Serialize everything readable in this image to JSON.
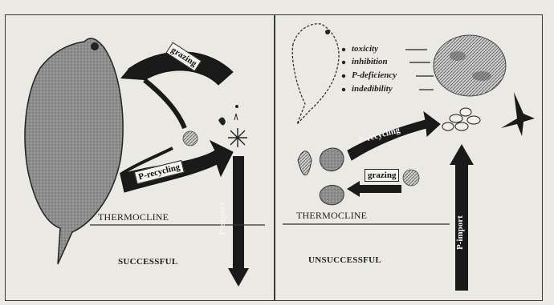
{
  "left_panel": {
    "thermocline": "THERMOCLINE",
    "outcome": "SUCCESSFUL",
    "grazing": "grazing",
    "p_recycling": "P-recycling",
    "p_export": "P-export"
  },
  "right_panel": {
    "thermocline": "THERMOCLINE",
    "outcome": "UNSUCCESSFUL",
    "factors": [
      "toxicity",
      "inhibition",
      "P-deficiency",
      "indedibility"
    ],
    "p_recycling": "P-recycling",
    "grazing": "grazing",
    "p_import": "P-import"
  },
  "colors": {
    "background": "#ebe9e4",
    "ink": "#1e1e1e",
    "daphnia_fill": "#9a9a9a",
    "arrow_fill": "#1a1a1a"
  }
}
